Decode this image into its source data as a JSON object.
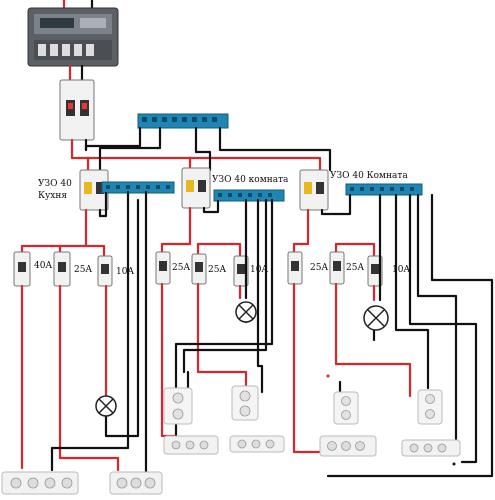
{
  "rcds": [
    {
      "line1": "УЗО 40",
      "line2": "Кухня"
    },
    {
      "line1": "УЗО 40 комната",
      "line2": ""
    },
    {
      "line1": "УЗО 40  Комната",
      "line2": ""
    }
  ],
  "breakers": [
    "40A",
    "25A",
    "10A",
    "25A",
    "25A",
    "10A",
    "25A",
    "25A",
    "10A"
  ],
  "icons": {
    "meter": "electricity-meter-icon",
    "main_breaker": "circuit-breaker-icon",
    "rcd": "rcd-icon",
    "busbar": "neutral-busbar-icon",
    "lamp": "lamp-icon",
    "socket": "socket-icon",
    "power_strip": "power-strip-icon"
  },
  "colors": {
    "phase_wire": "#d8262c",
    "neutral_wire": "#111111",
    "busbar": "#1f86b3",
    "device_body": "#f2f2f2"
  }
}
